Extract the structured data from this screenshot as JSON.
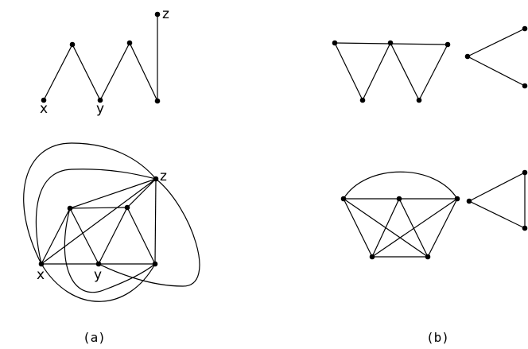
{
  "labels": {
    "x": "x",
    "y": "y",
    "z": "z",
    "caption_a": "(a)",
    "caption_b": "(b)"
  },
  "colors": {
    "ink": "#000000",
    "background": "#ffffff"
  }
}
